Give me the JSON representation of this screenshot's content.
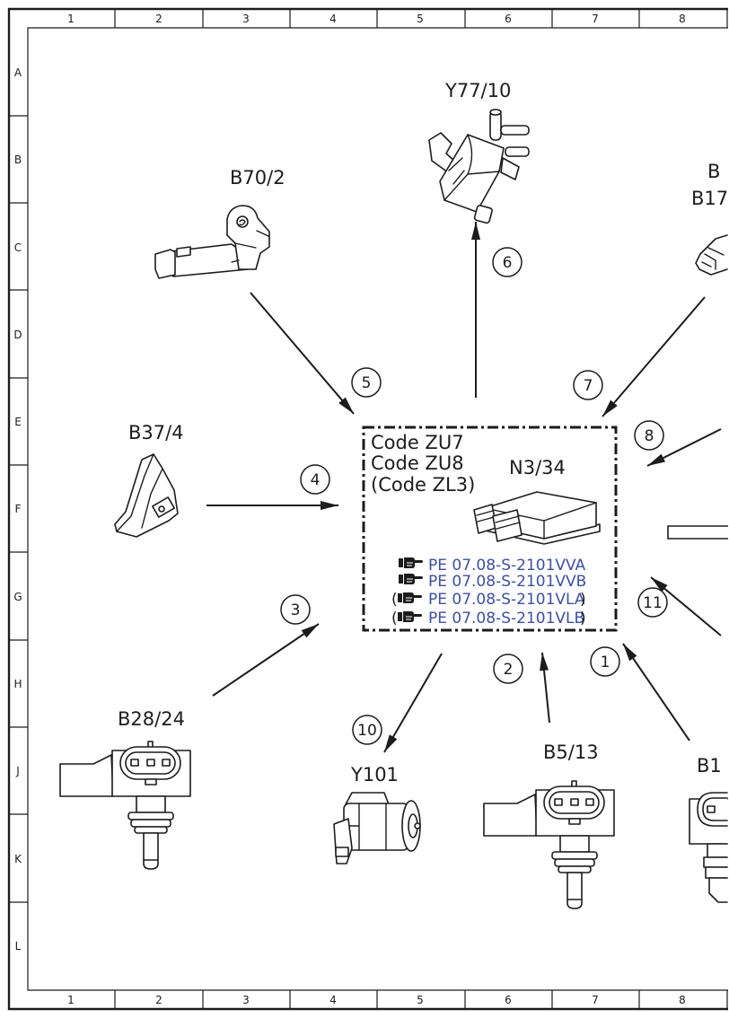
{
  "grid": {
    "columns": [
      "1",
      "2",
      "3",
      "4",
      "5",
      "6",
      "7",
      "8"
    ],
    "rows": [
      "A",
      "B",
      "C",
      "D",
      "E",
      "F",
      "G",
      "H",
      "J",
      "K",
      "L"
    ]
  },
  "components": {
    "y77_10": "Y77/10",
    "b70_2": "B70/2",
    "top_right_label_1": "B",
    "top_right_label_2": "B17",
    "b37_4": "B37/4",
    "b28_24": "B28/24",
    "y101": "Y101",
    "b5_13": "B5/13",
    "bottom_right_label": "B1"
  },
  "control_unit": {
    "name": "N3/34",
    "codes": [
      "Code ZU7",
      "Code ZU8",
      "(Code ZL3)"
    ],
    "references": [
      {
        "text": "PE 07.08-S-2101VVA"
      },
      {
        "text": "PE 07.08-S-2101VVB"
      },
      {
        "prefix": "(",
        "text": "PE 07.08-S-2101VLA",
        "suffix": ")"
      },
      {
        "prefix": "(",
        "text": "PE 07.08-S-2101VLB",
        "suffix": ")"
      }
    ],
    "reference_icon": "hand-pointer-icon"
  },
  "signal_numbers": [
    "1",
    "2",
    "3",
    "4",
    "5",
    "6",
    "7",
    "8",
    "10",
    "11"
  ],
  "colors": {
    "line": "#1c1c1c",
    "link": "#3d4fa1",
    "background": "#ffffff"
  }
}
